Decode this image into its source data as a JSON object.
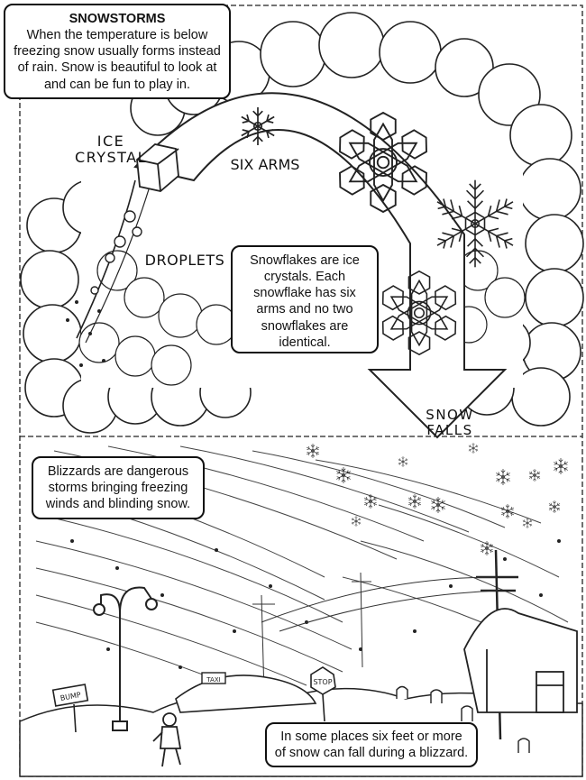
{
  "intro_box": {
    "title": "SNOWSTORMS",
    "body": "When the temperature is below freezing snow usually forms instead of rain. Snow is beautiful to look at and can be fun to play in."
  },
  "labels": {
    "ice_crystal": "ICE CRYSTAL",
    "six_arms": "SIX ARMS",
    "droplets": "DROPLETS",
    "snow_falls": "SNOW FALLS"
  },
  "snowflake_box": "Snowflakes are ice crystals. Each snowflake has six arms and no two snowflakes are identical.",
  "blizzard_box": "Blizzards are dangerous storms bringing freezing winds and blinding snow.",
  "six_feet_box": "In some places six feet or more of snow can fall during a blizzard.",
  "signs": {
    "bump": "BUMP",
    "taxi": "TAXI",
    "stop": "STOP"
  }
}
